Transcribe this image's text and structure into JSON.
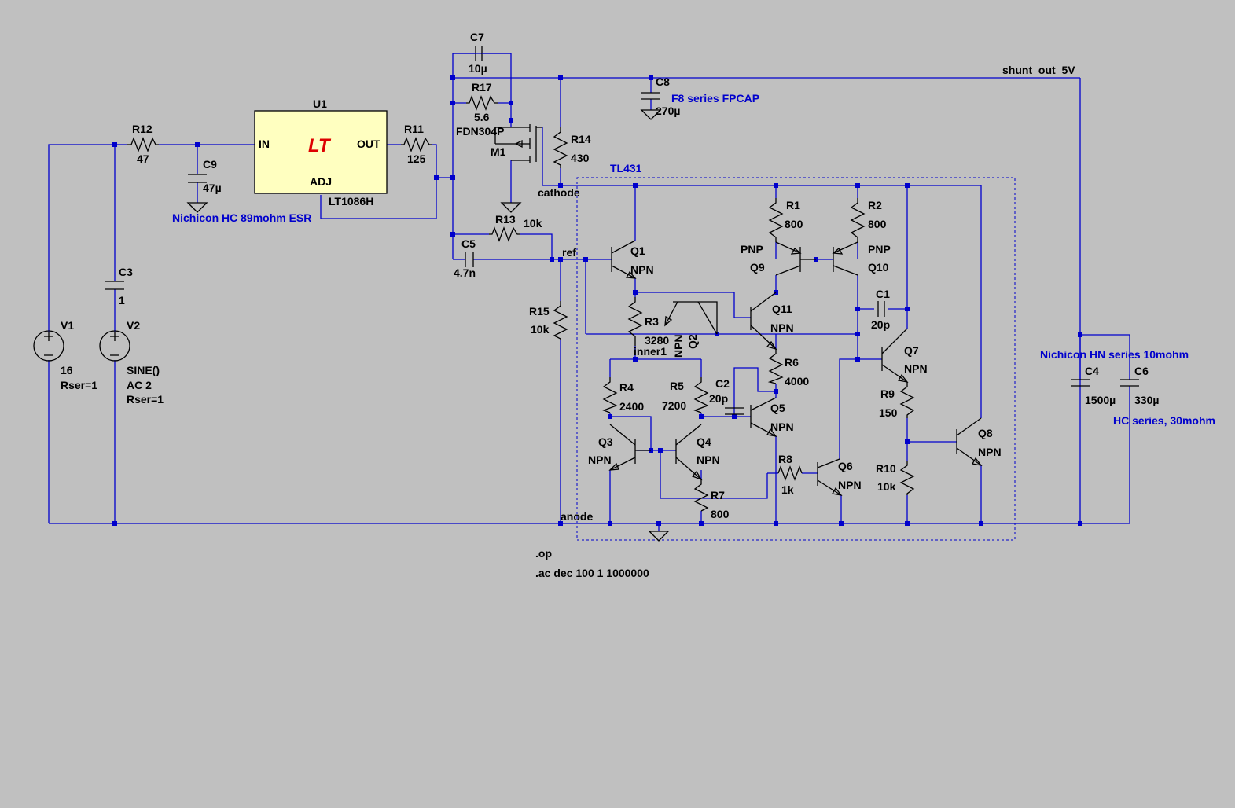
{
  "components": {
    "U1": {
      "ref": "U1",
      "part": "LT1086H",
      "pins": {
        "in": "IN",
        "out": "OUT",
        "adj": "ADJ"
      },
      "logo": "LT"
    },
    "R12": {
      "ref": "R12",
      "value": "47"
    },
    "R11": {
      "ref": "R11",
      "value": "125"
    },
    "R17": {
      "ref": "R17",
      "value": "5.6"
    },
    "R14": {
      "ref": "R14",
      "value": "430"
    },
    "R13": {
      "ref": "R13",
      "value": "10k"
    },
    "R15": {
      "ref": "R15",
      "value": "10k"
    },
    "R1": {
      "ref": "R1",
      "value": "800"
    },
    "R2": {
      "ref": "R2",
      "value": "800"
    },
    "R3": {
      "ref": "R3",
      "value": "3280"
    },
    "R4": {
      "ref": "R4",
      "value": "2400"
    },
    "R5": {
      "ref": "R5",
      "value": "7200"
    },
    "R6": {
      "ref": "R6",
      "value": "4000"
    },
    "R7": {
      "ref": "R7",
      "value": "800"
    },
    "R8": {
      "ref": "R8",
      "value": "1k"
    },
    "R9": {
      "ref": "R9",
      "value": "150"
    },
    "R10": {
      "ref": "R10",
      "value": "10k"
    },
    "C9": {
      "ref": "C9",
      "value": "47µ",
      "note": "Nichicon HC 89mohm ESR"
    },
    "C3": {
      "ref": "C3",
      "value": "1"
    },
    "C7": {
      "ref": "C7",
      "value": "10µ"
    },
    "C8": {
      "ref": "C8",
      "value": "270µ",
      "note": "F8 series FPCAP"
    },
    "C5": {
      "ref": "C5",
      "value": "4.7n"
    },
    "C1": {
      "ref": "C1",
      "value": "20p"
    },
    "C2": {
      "ref": "C2",
      "value": "20p"
    },
    "C4": {
      "ref": "C4",
      "value": "1500µ",
      "note": "Nichicon HN series 10mohm"
    },
    "C6": {
      "ref": "C6",
      "value": "330µ",
      "note": "HC series, 30mohm"
    },
    "V1": {
      "ref": "V1",
      "value": "16",
      "rser": "Rser=1"
    },
    "V2": {
      "ref": "V2",
      "value": "SINE()",
      "ac": "AC 2",
      "rser": "Rser=1"
    },
    "M1": {
      "ref": "M1",
      "part": "FDN304P"
    },
    "Q1": {
      "ref": "Q1",
      "type": "NPN"
    },
    "Q2": {
      "ref": "Q2",
      "type": "NPN"
    },
    "Q3": {
      "ref": "Q3",
      "type": "NPN"
    },
    "Q4": {
      "ref": "Q4",
      "type": "NPN"
    },
    "Q5": {
      "ref": "Q5",
      "type": "NPN"
    },
    "Q6": {
      "ref": "Q6",
      "type": "NPN"
    },
    "Q7": {
      "ref": "Q7",
      "type": "NPN"
    },
    "Q8": {
      "ref": "Q8",
      "type": "NPN"
    },
    "Q9": {
      "ref": "Q9",
      "type": "PNP"
    },
    "Q10": {
      "ref": "Q10",
      "type": "PNP"
    },
    "Q11": {
      "ref": "Q11",
      "type": "NPN"
    }
  },
  "net_labels": {
    "shunt_out": "shunt_out_5V",
    "cathode": "cathode",
    "ref": "ref",
    "anode": "anode",
    "inner1": "inner1"
  },
  "block_label": "TL431",
  "directives": [
    ".op",
    ".ac dec 100 1 1000000"
  ],
  "colors": {
    "background": "#c0c0c0",
    "wire": "#0000cc",
    "symbol": "#000000",
    "annotation": "#0000cc",
    "ic_fill": "#ffffc0",
    "logo": "#dd0000"
  }
}
